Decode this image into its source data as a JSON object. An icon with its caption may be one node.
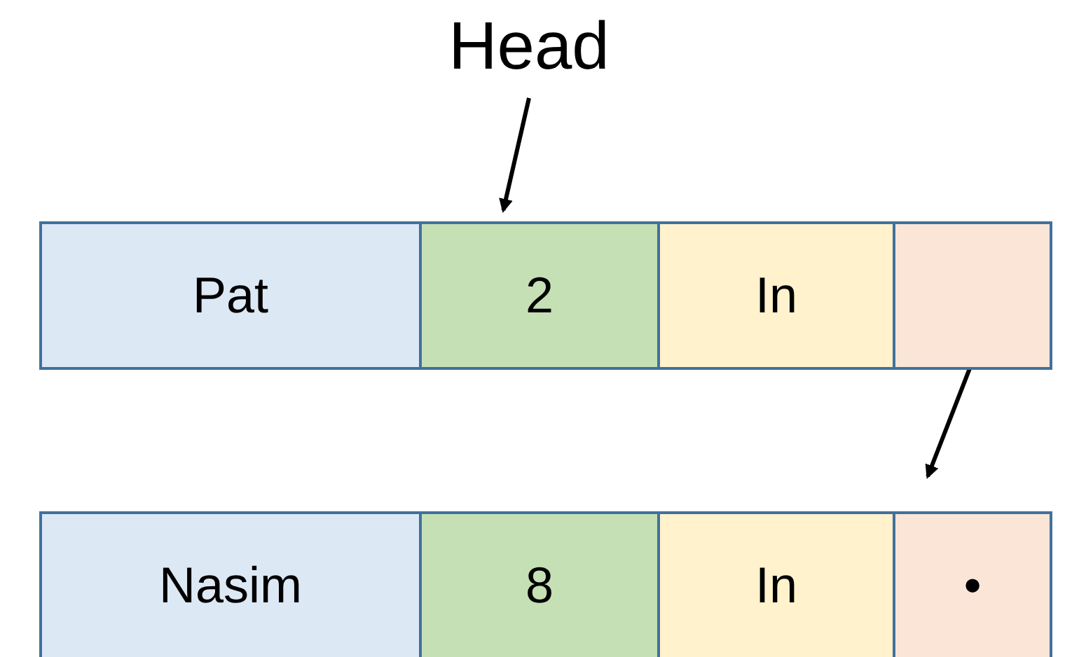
{
  "diagram": {
    "nodes": [
      {
        "text": [
          "Head"
        ]
      },
      {
        "text": [
          "Pat"
        ]
      },
      {
        "text": [
          "2"
        ]
      },
      {
        "text": [
          "In"
        ]
      },
      {
        "text": [],
        "shape": "box"
      },
      {
        "text": [
          "Nasim"
        ]
      },
      {
        "text": [
          "8"
        ]
      },
      {
        "text": [
          "In"
        ]
      },
      {
        "text": [
          "•"
        ]
      }
    ],
    "edges": [
      {
        "from": 0,
        "to": 2,
        "arrow": "to"
      },
      {
        "from": 4,
        "to": 8,
        "arrow": "to"
      }
    ]
  }
}
